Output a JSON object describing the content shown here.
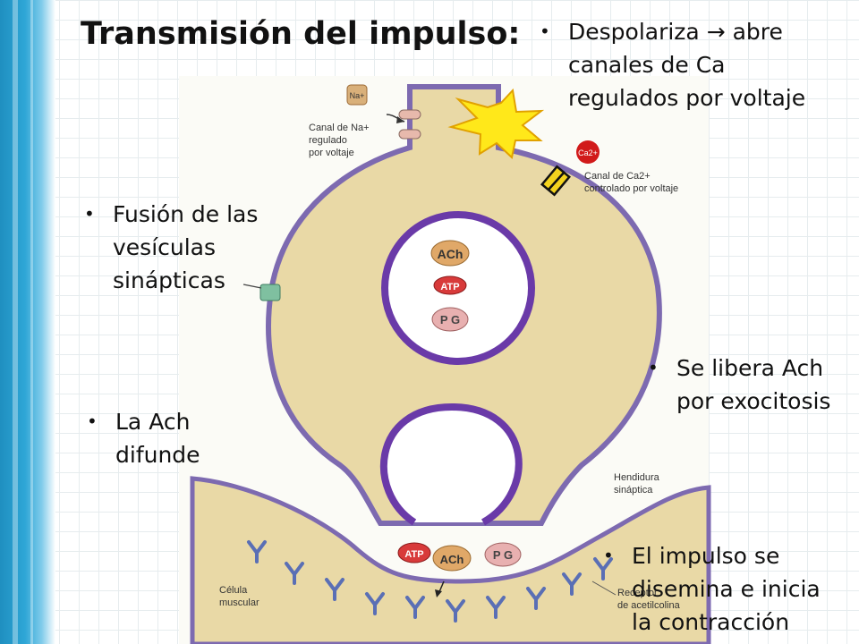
{
  "slide": {
    "title": "Transmisión del impulso:",
    "bullets": {
      "depolarize": [
        "Despolariza → abre",
        "canales de Ca",
        "regulados por voltaje"
      ],
      "fusion": [
        "Fusión de las",
        "vesículas",
        "sinápticas"
      ],
      "release": [
        "Se libera Ach",
        "por exocitosis"
      ],
      "diffuse": [
        "La Ach",
        "difunde"
      ],
      "spread": [
        "El impulso se",
        "disemina e inicia",
        "la contracción"
      ]
    }
  },
  "diagram": {
    "na_ion": "Na+",
    "ca_ion": "Ca2+",
    "na_channel_label": [
      "Canal de Na+",
      "regulado",
      "por voltaje"
    ],
    "ca_channel_label": [
      "Canal de Ca2+",
      "controlado por voltaje"
    ],
    "cleft_label": [
      "Hendidura",
      "sináptica"
    ],
    "muscle_label": [
      "Célula",
      "muscular"
    ],
    "receptor_label": [
      "Receptor",
      "de acetilcolina"
    ],
    "molecules": {
      "ach": "ACh",
      "atp": "ATP",
      "pg": "P G"
    }
  }
}
